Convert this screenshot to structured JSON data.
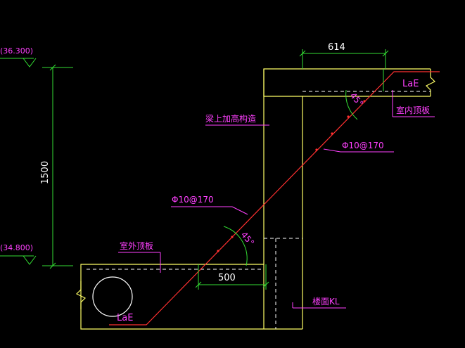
{
  "drawing": {
    "dimensions": {
      "top_width": "614",
      "bottom_width": "500",
      "height": "1500"
    },
    "elevations": {
      "upper": "(36.300)",
      "lower": "(34.800)"
    },
    "labels": {
      "beam_raise": "梁上加高构造",
      "indoor_slab": "室内顶板",
      "outdoor_slab": "室外顶板",
      "floor_beam": "楼面KL",
      "rebar_upper": "Φ10@170",
      "rebar_lower": "Φ10@170",
      "angle_upper": "45°",
      "angle_lower": "45°",
      "anchor_upper": "LaE",
      "anchor_lower": "LaE"
    },
    "colors": {
      "background": "#000000",
      "concrete": "#ffff66",
      "dimension": "#33dd33",
      "rebar": "#ff3030",
      "text": "#ff40ff",
      "dim_text": "#ffffff"
    }
  }
}
